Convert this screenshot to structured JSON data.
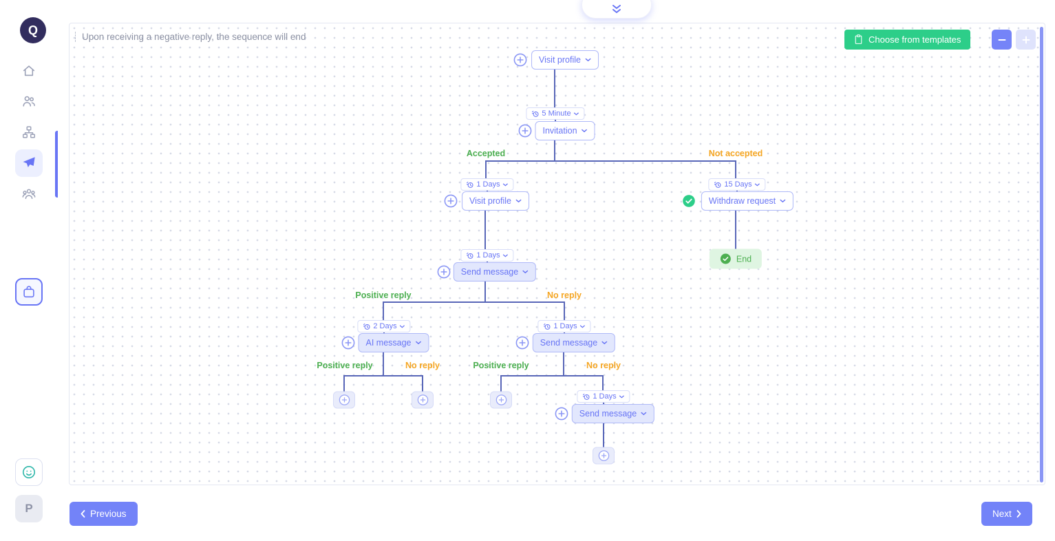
{
  "colors": {
    "accent": "#6875F5",
    "success_green": "#4CAF50",
    "warning_orange": "#F5A623",
    "templates_green": "#2DCE89",
    "connector_line": "#5866B8"
  },
  "brand": {
    "logo_glyph": "Q",
    "partner_glyph": "P"
  },
  "sidebar": {
    "icons": [
      "home-icon",
      "users-icon",
      "sitemap-icon",
      "paper-plane-icon",
      "user-group-icon",
      "briefcase-icon",
      "assistant-icon",
      "partner-logo"
    ],
    "active_item": "paper-plane-icon"
  },
  "canvas": {
    "note": "Upon receiving a negative reply, the sequence will end",
    "templates_button": "Choose from templates",
    "zoom_out_icon": "minus-icon",
    "zoom_in_icon": "plus-icon",
    "collapse_icon": "double-chevron-down-icon"
  },
  "flow": {
    "nodes": {
      "visit_profile": "Visit profile",
      "invitation": "Invitation",
      "send_message": "Send message",
      "ai_message": "AI message",
      "withdraw_request": "Withdraw request",
      "end": "End"
    },
    "delays": {
      "five_minute": "5 Minute",
      "one_day": "1 Days",
      "two_days": "2 Days",
      "fifteen_days": "15 Days"
    },
    "branches": {
      "accepted": "Accepted",
      "not_accepted": "Not accepted",
      "positive_reply": "Positive reply",
      "no_reply": "No reply"
    }
  },
  "footer": {
    "previous": "Previous",
    "next": "Next"
  }
}
